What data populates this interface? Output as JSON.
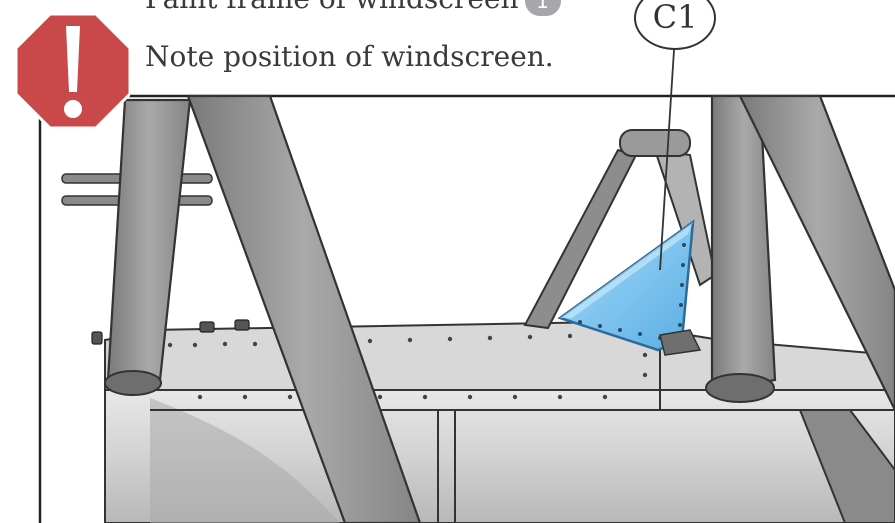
{
  "instructions": {
    "line1_text": "Paint frame of windscreen",
    "line1_badge": "1",
    "line2_text": "Note position of windscreen."
  },
  "callout": {
    "label": "C1"
  },
  "icons": {
    "warning": "exclamation-octagon-icon"
  },
  "colors": {
    "warning_red": "#c9484a",
    "windscreen_blue": "#7ec3ee",
    "metal_gray": "#9b9b9b"
  }
}
